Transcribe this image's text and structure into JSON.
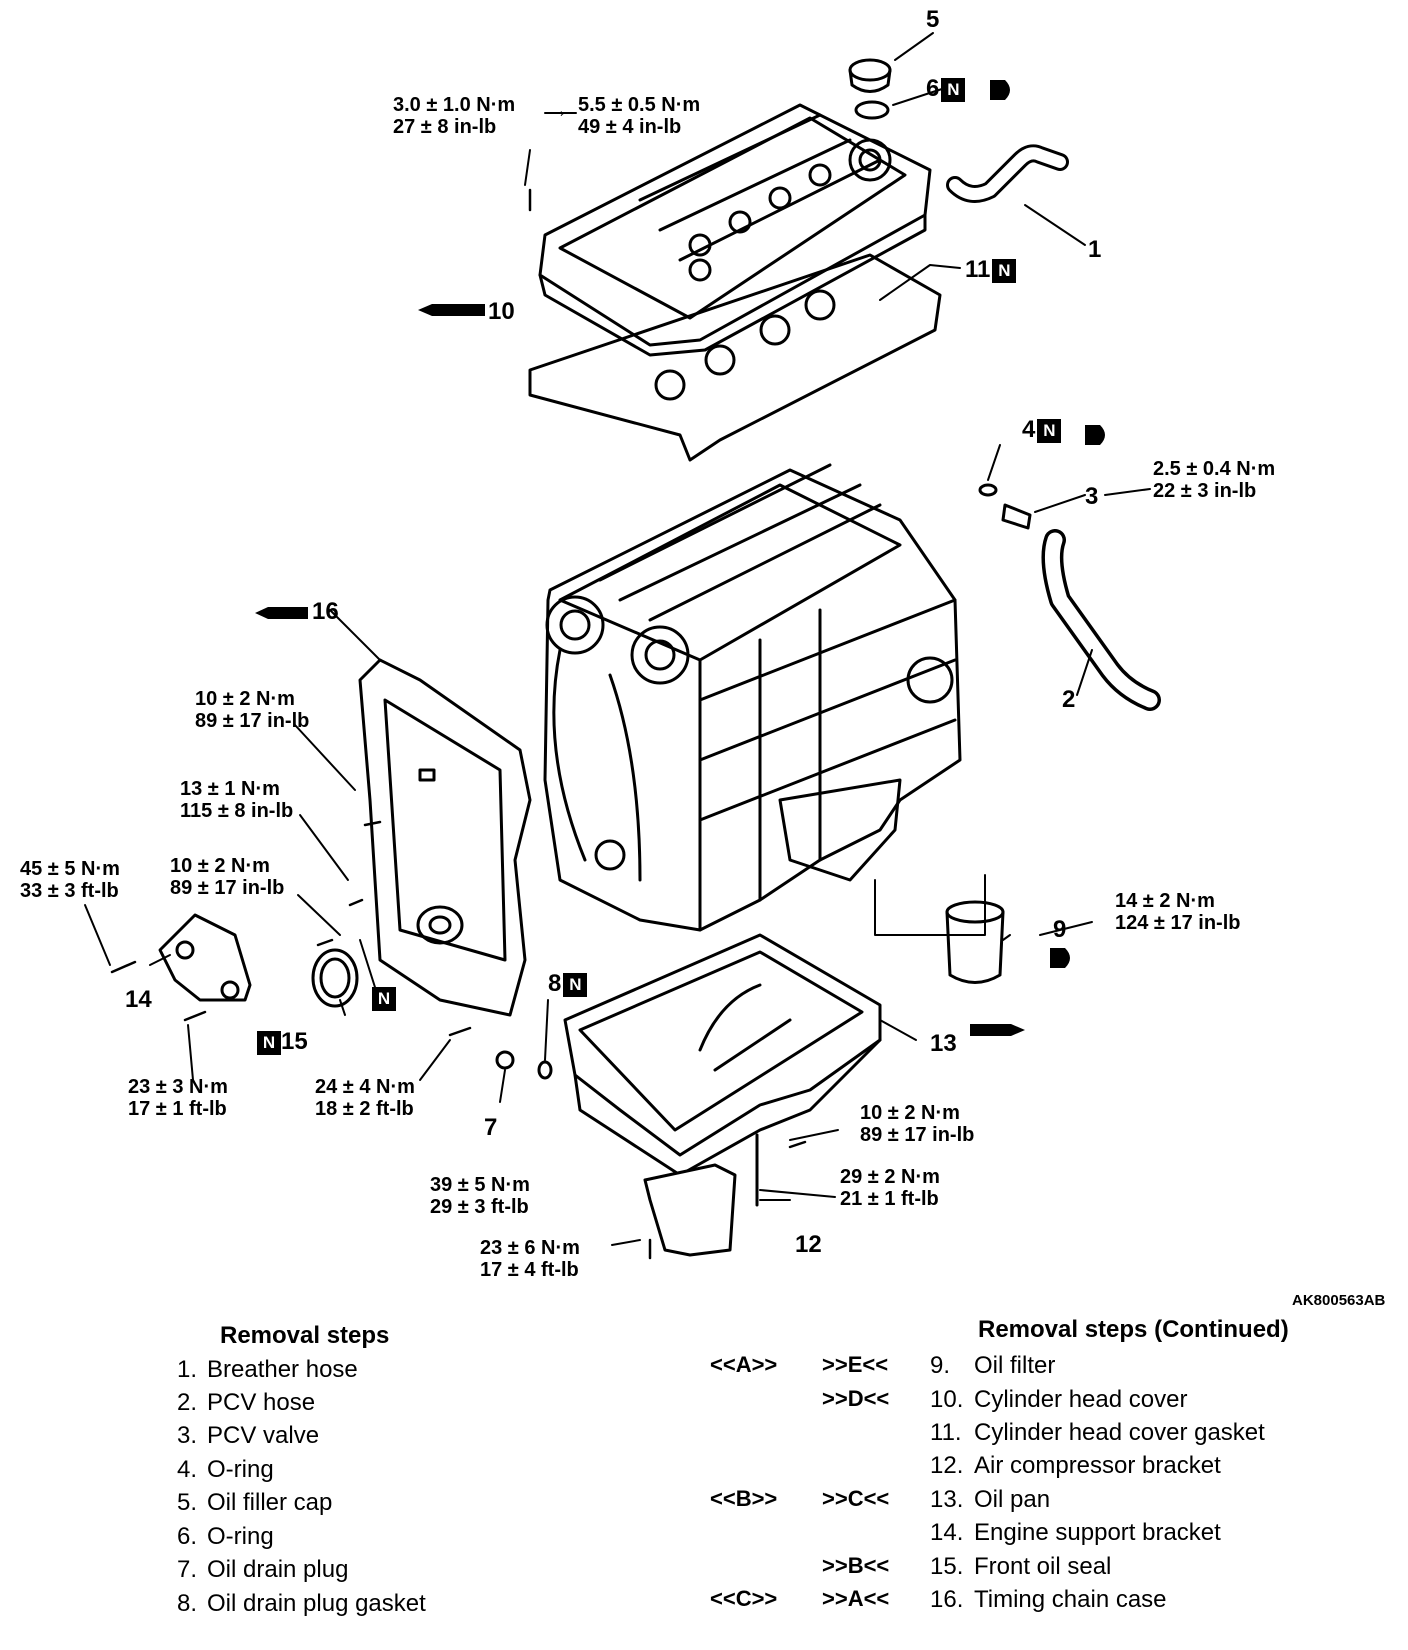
{
  "figure_id": "AK800563AB",
  "callouts": {
    "c1": "1",
    "c2": "2",
    "c3": "3",
    "c4": "4",
    "c5": "5",
    "c6": "6",
    "c7": "7",
    "c8": "8",
    "c9": "9",
    "c10": "10",
    "c11": "11",
    "c12": "12",
    "c13": "13",
    "c14": "14",
    "c15": "15",
    "c16": "16",
    "n_mark": "N"
  },
  "torque": {
    "t_cover_a1": "3.0 ± 1.0 N·m",
    "t_cover_a2": "27 ± 8 in-lb",
    "t_cover_b1": "5.5 ± 0.5 N·m",
    "t_cover_b2": "49 ± 4 in-lb",
    "t_pcv1": "2.5 ± 0.4 N·m",
    "t_pcv2": "22 ± 3 in-lb",
    "t_case_a1": "10 ± 2 N·m",
    "t_case_a2": "89 ± 17 in-lb",
    "t_case_b1": "13 ± 1 N·m",
    "t_case_b2": "115 ± 8 in-lb",
    "t_sup_a1": "45 ± 5 N·m",
    "t_sup_a2": "33 ± 3 ft-lb",
    "t_case_c1": "10 ± 2 N·m",
    "t_case_c2": "89 ± 17 in-lb",
    "t_filter1": "14 ± 2 N·m",
    "t_filter2": "124 ± 17 in-lb",
    "t_sup_b1": "23 ± 3 N·m",
    "t_sup_b2": "17 ± 1 ft-lb",
    "t_case_d1": "24 ± 4 N·m",
    "t_case_d2": "18 ± 2 ft-lb",
    "t_pan1": "10 ± 2 N·m",
    "t_pan2": "89 ± 17 in-lb",
    "t_drain1": "39 ± 5 N·m",
    "t_drain2": "29 ± 3 ft-lb",
    "t_brk_a1": "29 ± 2 N·m",
    "t_brk_a2": "21 ± 1 ft-lb",
    "t_brk_b1": "23 ± 6 N·m",
    "t_brk_b2": "17 ± 4 ft-lb"
  },
  "removal_steps": {
    "title": "Removal steps",
    "title_cont": "Removal steps (Continued)",
    "items": [
      {
        "num": "1.",
        "name": "Breather hose"
      },
      {
        "num": "2.",
        "name": "PCV hose"
      },
      {
        "num": "3.",
        "name": "PCV valve"
      },
      {
        "num": "4.",
        "name": "O-ring"
      },
      {
        "num": "5.",
        "name": "Oil filler cap"
      },
      {
        "num": "6.",
        "name": "O-ring"
      },
      {
        "num": "7.",
        "name": "Oil drain plug"
      },
      {
        "num": "8.",
        "name": "Oil drain plug gasket"
      },
      {
        "num": "9.",
        "name": "Oil filter",
        "ref_a": "<<A>>",
        "ref_b": ">>E<<"
      },
      {
        "num": "10.",
        "name": "Cylinder head cover",
        "ref_a": "",
        "ref_b": ">>D<<"
      },
      {
        "num": "11.",
        "name": "Cylinder head cover gasket",
        "ref_a": "",
        "ref_b": ""
      },
      {
        "num": "12.",
        "name": "Air compressor bracket",
        "ref_a": "",
        "ref_b": ""
      },
      {
        "num": "13.",
        "name": "Oil pan",
        "ref_a": "<<B>>",
        "ref_b": ">>C<<"
      },
      {
        "num": "14.",
        "name": "Engine support bracket",
        "ref_a": "",
        "ref_b": ""
      },
      {
        "num": "15.",
        "name": "Front oil seal",
        "ref_a": "",
        "ref_b": ">>B<<"
      },
      {
        "num": "16.",
        "name": "Timing chain case",
        "ref_a": "<<C>>",
        "ref_b": ">>A<<"
      }
    ]
  }
}
